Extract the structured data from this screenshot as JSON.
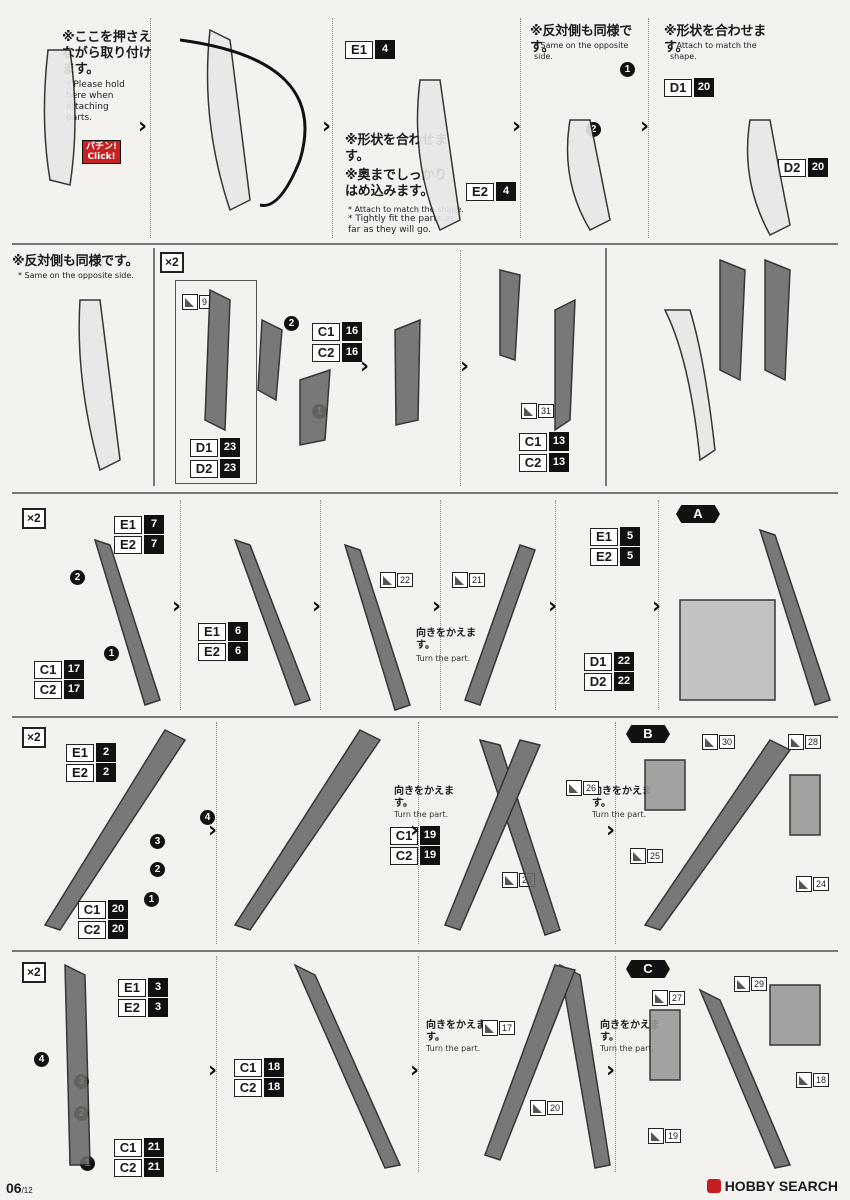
{
  "footer": {
    "page": "06",
    "total": "/12",
    "logo": "HOBBY SEARCH"
  },
  "row1": {
    "hold_jp": "※ここを押さえながら取り付けます。",
    "hold_en": "* Please hold here when attaching parts.",
    "click_jp": "パチン!",
    "click_en": "Click!",
    "shape_jp1": "※形状を合わせます。",
    "shape_jp2": "※奥までしっかりはめ込みます。",
    "shape_en1": "* Attach to match the shape.",
    "shape_en2": "* Tightly fit the parts as far as they will go.",
    "opposite_jp": "※反対側も同様です。",
    "opposite_en": "* Same on the opposite side.",
    "attach_jp": "※形状を合わせます。",
    "attach_en": "* Attach to match the shape.",
    "parts": [
      {
        "runner": "E1",
        "num": "4"
      },
      {
        "runner": "E2",
        "num": "4"
      },
      {
        "runner": "D1",
        "num": "20"
      },
      {
        "runner": "D2",
        "num": "20"
      }
    ]
  },
  "row2": {
    "opposite_jp": "※反対側も同様です。",
    "opposite_en": "* Same on the opposite side.",
    "x2": "×2",
    "parts_a": [
      {
        "runner": "D1",
        "num": "23"
      },
      {
        "runner": "D2",
        "num": "23"
      }
    ],
    "parts_b": [
      {
        "runner": "C1",
        "num": "16"
      },
      {
        "runner": "C2",
        "num": "16"
      }
    ],
    "parts_c": [
      {
        "runner": "C1",
        "num": "13"
      },
      {
        "runner": "C2",
        "num": "13"
      }
    ],
    "stickers": [
      "9",
      "31"
    ]
  },
  "row3": {
    "x2": "×2",
    "parts_a": [
      {
        "runner": "E1",
        "num": "7"
      },
      {
        "runner": "E2",
        "num": "7"
      }
    ],
    "parts_b": [
      {
        "runner": "C1",
        "num": "17"
      },
      {
        "runner": "C2",
        "num": "17"
      }
    ],
    "parts_c": [
      {
        "runner": "E1",
        "num": "6"
      },
      {
        "runner": "E2",
        "num": "6"
      }
    ],
    "parts_d": [
      {
        "runner": "E1",
        "num": "5"
      },
      {
        "runner": "E2",
        "num": "5"
      }
    ],
    "parts_e": [
      {
        "runner": "D1",
        "num": "22"
      },
      {
        "runner": "D2",
        "num": "22"
      }
    ],
    "turn_jp": "向きをかえます。",
    "turn_en": "Turn the part.",
    "badge": "A",
    "stickers": [
      "22",
      "21"
    ]
  },
  "row4": {
    "x2": "×2",
    "parts_a": [
      {
        "runner": "E1",
        "num": "2"
      },
      {
        "runner": "E2",
        "num": "2"
      }
    ],
    "parts_b": [
      {
        "runner": "C1",
        "num": "20"
      },
      {
        "runner": "C2",
        "num": "20"
      }
    ],
    "parts_c": [
      {
        "runner": "C1",
        "num": "19"
      },
      {
        "runner": "C2",
        "num": "19"
      }
    ],
    "turn_jp": "向きをかえます。",
    "turn_en": "Turn the part.",
    "badge": "B",
    "stickers": [
      "26",
      "23",
      "30",
      "28",
      "25",
      "24"
    ]
  },
  "row5": {
    "x2": "×2",
    "parts_a": [
      {
        "runner": "E1",
        "num": "3"
      },
      {
        "runner": "E2",
        "num": "3"
      }
    ],
    "parts_b": [
      {
        "runner": "C1",
        "num": "21"
      },
      {
        "runner": "C2",
        "num": "21"
      }
    ],
    "parts_c": [
      {
        "runner": "C1",
        "num": "18"
      },
      {
        "runner": "C2",
        "num": "18"
      }
    ],
    "turn_jp": "向きをかえます。",
    "turn_en": "Turn the part.",
    "badge": "C",
    "stickers": [
      "17",
      "20",
      "27",
      "29",
      "18",
      "19"
    ]
  }
}
